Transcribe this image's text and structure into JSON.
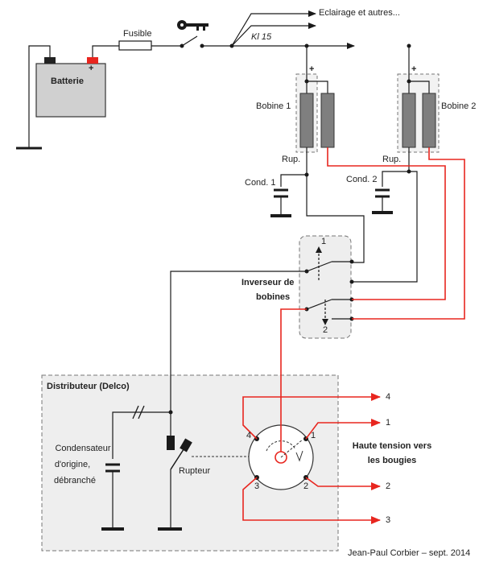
{
  "labels": {
    "fusible": "Fusible",
    "eclairage": "Eclairage et autres...",
    "kl15": "Kl 15",
    "batterie": "Batterie",
    "batt_plus": "+",
    "bobine1": "Bobine 1",
    "bobine2": "Bobine 2",
    "plus1": "+",
    "plus2": "+",
    "rup1": "Rup.",
    "rup2": "Rup.",
    "cond1": "Cond. 1",
    "cond2": "Cond. 2",
    "inverseur_line1": "Inverseur de",
    "inverseur_line2": "bobines",
    "pos1": "1",
    "pos2": "2",
    "distributeur": "Distributeur (Delco)",
    "condensateur_line1": "Condensateur",
    "condensateur_line2": "d'origine,",
    "condensateur_line3": "débranché",
    "rupteur": "Rupteur",
    "haute_tension_line1": "Haute tension vers",
    "haute_tension_line2": "les bougies",
    "dist_term1": "1",
    "dist_term2": "2",
    "dist_term3": "3",
    "dist_term4": "4",
    "out4": "4",
    "out1": "1",
    "out2": "2",
    "out3": "3",
    "credit": "Jean-Paul Corbier – sept. 2014"
  },
  "colors": {
    "wire": "#1a1a1a",
    "hv_wire": "#e8261f",
    "coil_fill": "#7f7f7f",
    "battery_fill": "#d0d0d0",
    "panel_fill": "#eeeeee",
    "terminal_red": "#e8261f"
  }
}
